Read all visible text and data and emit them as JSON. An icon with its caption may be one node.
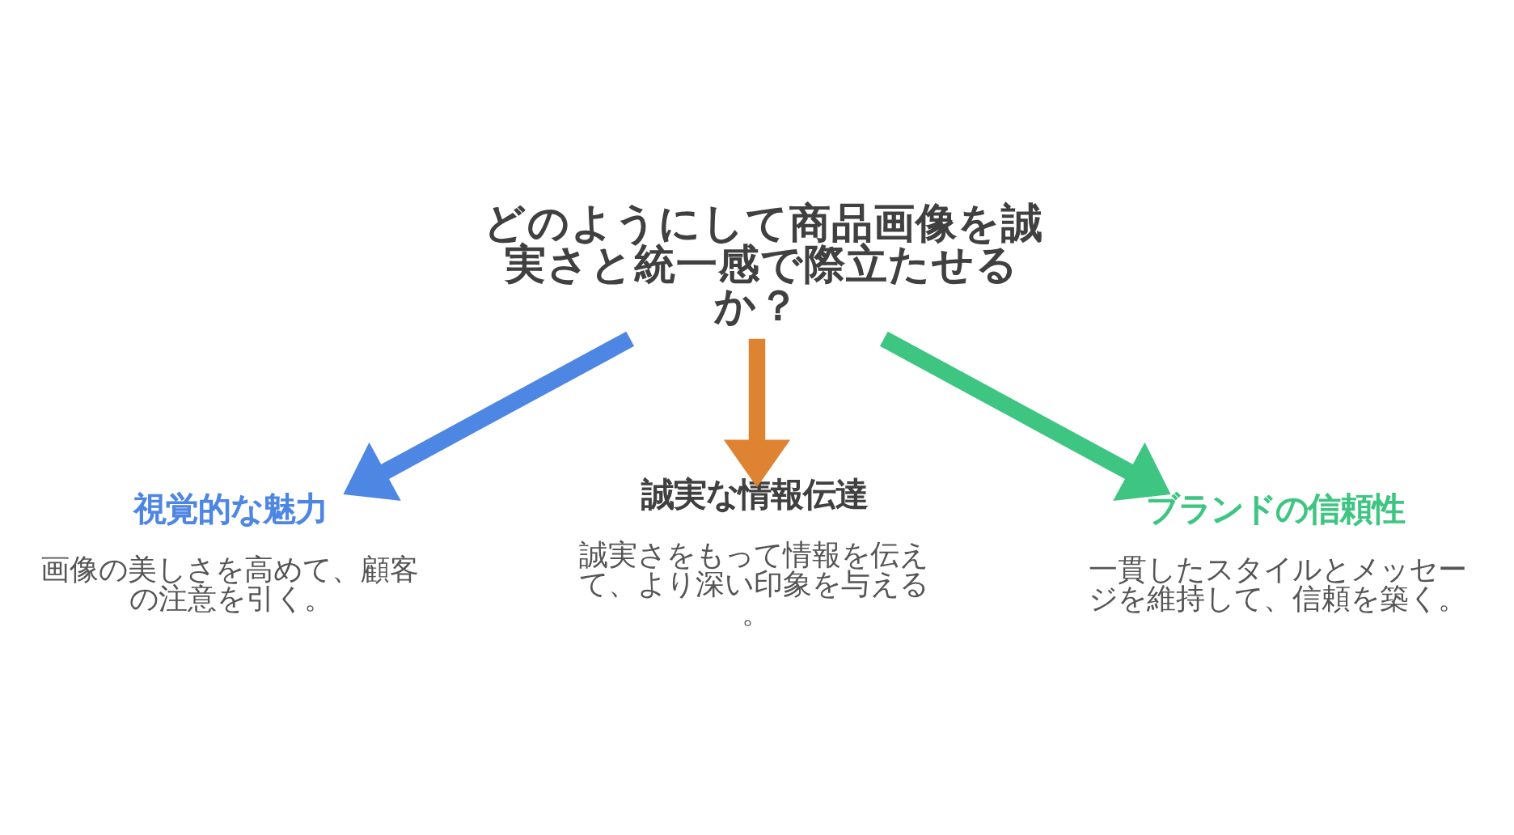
{
  "diagram": {
    "nodes": [
      {
        "text": [
          "どのようにして商品画像を誠実さと統一感で際立たせるか？"
        ]
      },
      {
        "text": [
          "視覚的な魅力",
          "画像の美しさを高めて、顧客の注意を引く。"
        ]
      },
      {
        "text": [
          "誠実な情報伝達",
          "誠実さをもって情報を伝えて、より深い印象を与える。"
        ]
      },
      {
        "text": [
          "ブランドの信頼性",
          "一貫したスタイルとメッセージを維持して、信頼を築く。"
        ]
      }
    ],
    "edges": [
      {
        "from": 0,
        "to": 1,
        "arrow": "to",
        "color": "#4e86e4"
      },
      {
        "from": 0,
        "to": 2,
        "arrow": "to",
        "color": "#dd8332"
      },
      {
        "from": 0,
        "to": 3,
        "arrow": "to",
        "color": "#3ec581"
      }
    ]
  }
}
